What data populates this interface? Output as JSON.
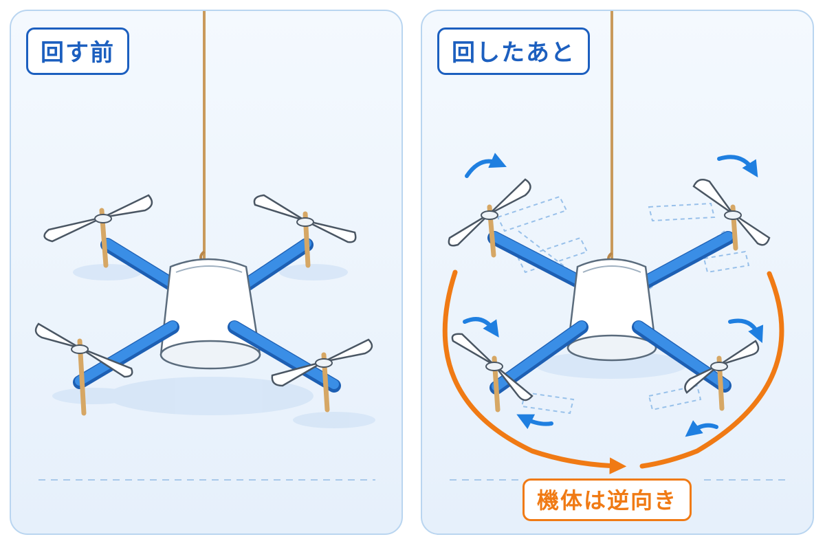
{
  "panels": {
    "before": {
      "title": "回す前"
    },
    "after": {
      "title": "回したあと",
      "result_label": "機体は逆向き"
    }
  },
  "colors": {
    "panel_border": "#b9d5f0",
    "title_blue": "#1c5fbf",
    "arm_blue": "#2f7fd8",
    "arrow_blue": "#1f7fe0",
    "arrow_orange": "#f07a14",
    "string": "#c99a5b",
    "cup": "#ffffff",
    "propeller": "#ffffff"
  },
  "icons": [
    "rotation-arrow-icon",
    "reaction-rotation-arrow-icon",
    "string-icon"
  ]
}
